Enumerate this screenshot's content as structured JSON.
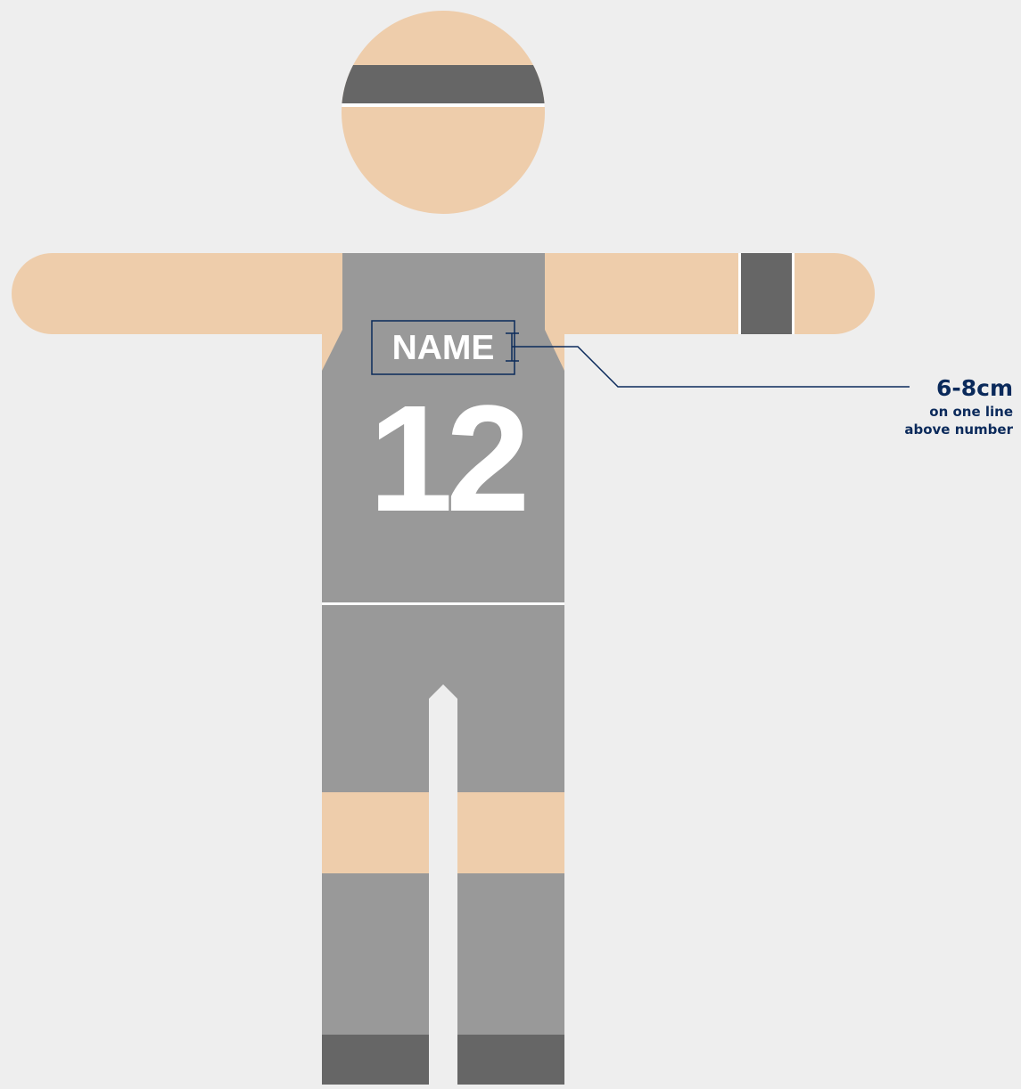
{
  "colors": {
    "background": "#eeeeee",
    "skin": "#eecdab",
    "uniform": "#999999",
    "accent_band": "#666666",
    "annotation": "#0b2a5b",
    "text_on_uniform": "#ffffff"
  },
  "jersey": {
    "name_text": "NAME",
    "number_text": "12"
  },
  "annotation": {
    "size": "6-8cm",
    "line1": "on one line",
    "line2": "above number"
  }
}
